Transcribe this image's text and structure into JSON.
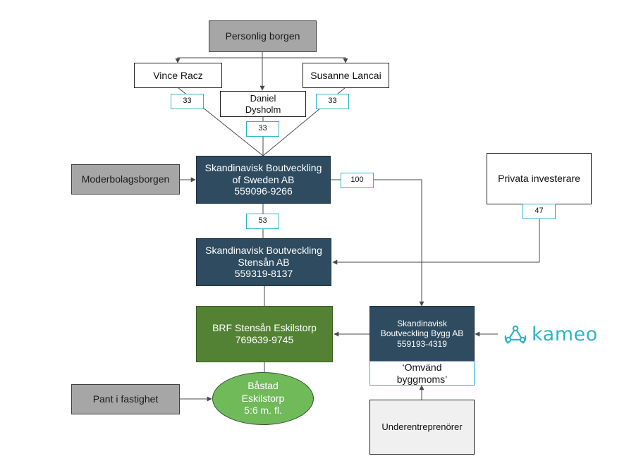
{
  "personlig": "Personlig borgen",
  "owners": {
    "vince": "Vince Racz",
    "daniel_1": "Daniel",
    "daniel_2": "Dysholm",
    "susanne": "Susanne Lancai"
  },
  "stakes": {
    "vince": "33",
    "daniel": "33",
    "susanne": "33",
    "sweden_to_bygg": "100",
    "sweden_to_stensan": "53",
    "privata": "47"
  },
  "moderbolag": "Moderbolagsborgen",
  "sweden": {
    "line1": "Skandinavisk Boutveckling",
    "line2": "of Sweden AB",
    "org": "559096-9266"
  },
  "stensan": {
    "line1": "Skandinavisk Boutveckling",
    "line2": "Stensån AB",
    "org": "559319-8137"
  },
  "privata": "Privata investerare",
  "brf": {
    "line1": "BRF Stensån Eskilstorp",
    "org": "769639-9745"
  },
  "bygg": {
    "line1": "Skandinavisk",
    "line2": "Boutveckling Bygg AB",
    "org": "559193-4319"
  },
  "omvand": {
    "line1": "‘Omvänd",
    "line2": "byggmoms’"
  },
  "logo": {
    "text": "kameo",
    "color": "#2ab7c9",
    "icon": "kameo-logo-icon"
  },
  "pant": "Pant i fastighet",
  "bastad": {
    "line1": "Båstad",
    "line2": "Eskilstorp",
    "line3": "5:6 m. fl."
  },
  "under": "Underentreprenörer",
  "colors": {
    "navy": "#2e4b5f",
    "green": "#548235",
    "oval_green": "#70ba5a",
    "grey": "#a6a6a6",
    "teal": "#2ab7c9"
  }
}
